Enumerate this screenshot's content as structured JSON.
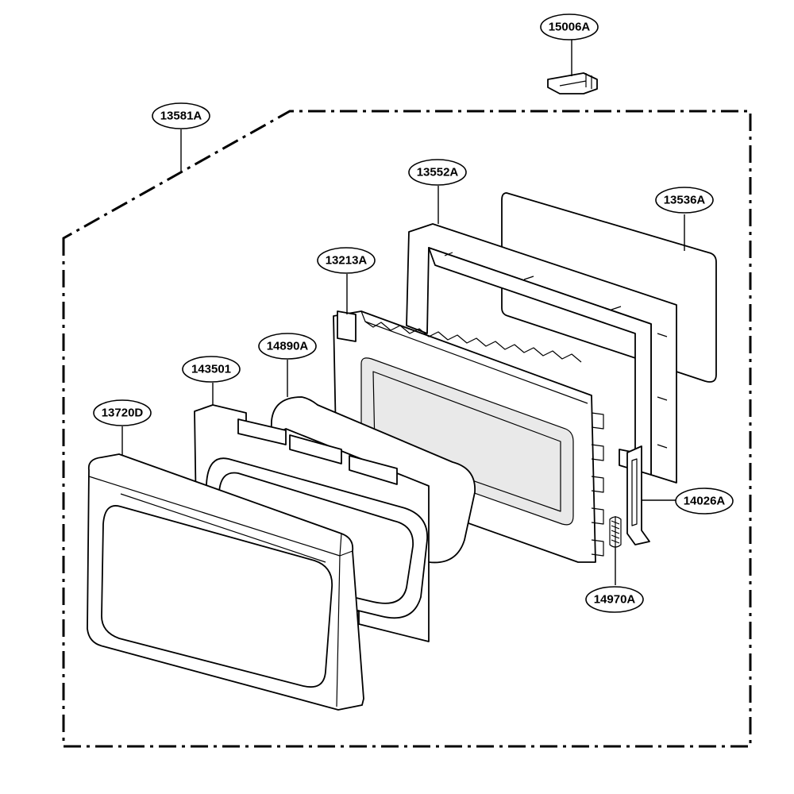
{
  "diagram": {
    "callouts": [
      {
        "id": "15006A",
        "text": "15006A"
      },
      {
        "id": "13581A",
        "text": "13581A"
      },
      {
        "id": "13552A",
        "text": "13552A"
      },
      {
        "id": "13536A",
        "text": "13536A"
      },
      {
        "id": "13213A",
        "text": "13213A"
      },
      {
        "id": "14890A",
        "text": "14890A"
      },
      {
        "id": "143501",
        "text": "143501"
      },
      {
        "id": "13720D",
        "text": "13720D"
      },
      {
        "id": "14026A",
        "text": "14026A"
      },
      {
        "id": "14970A",
        "text": "14970A"
      }
    ]
  }
}
